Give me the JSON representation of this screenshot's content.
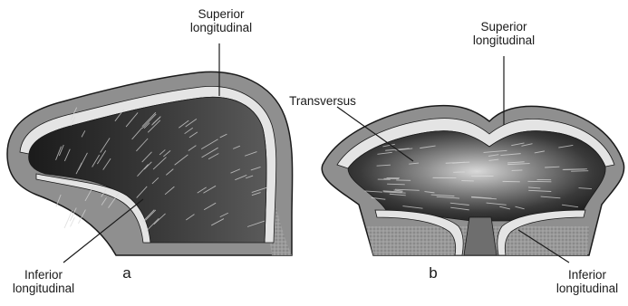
{
  "figure": {
    "panel_a": {
      "letter": "a",
      "label_superior": [
        "Superior",
        "longitudinal"
      ],
      "label_inferior": [
        "Inferior",
        "longitudinal"
      ]
    },
    "panel_b": {
      "letter": "b",
      "label_superior": [
        "Superior",
        "longitudinal"
      ],
      "label_transversus": "Transversus",
      "label_inferior": [
        "Inferior",
        "longitudinal"
      ]
    }
  },
  "colors": {
    "outer_tissue": "#8c8c8c",
    "muscle_dark": "#232323",
    "muscle_mid": "#4d4d4d",
    "muscle_light": "#cfcfcf",
    "longitudinal_band": "#e6e6e6",
    "stroke": "#1a1a1a"
  }
}
